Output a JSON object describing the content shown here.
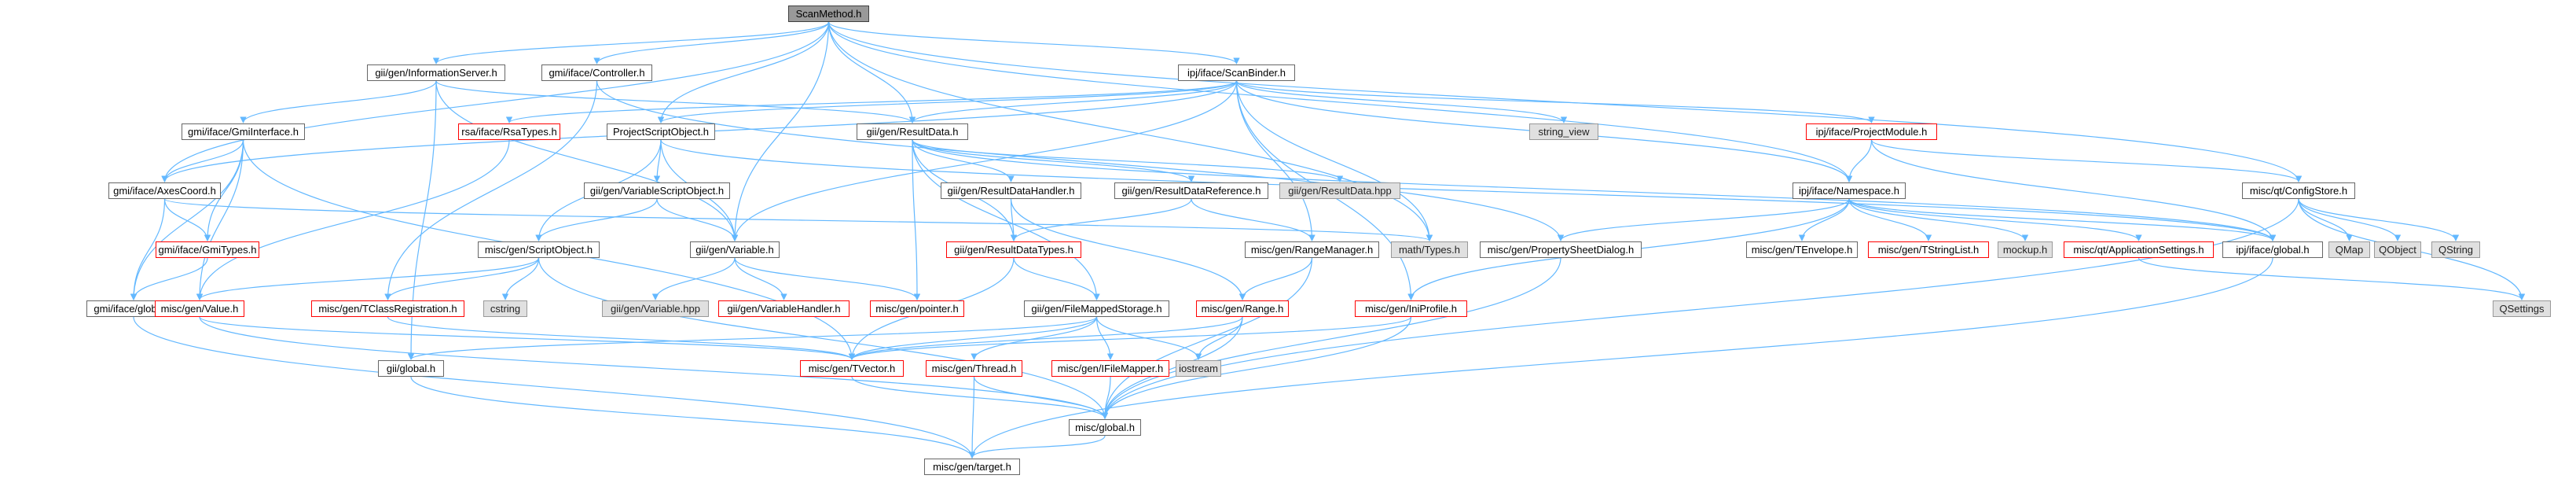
{
  "diagram": {
    "edge_color": "#63b8ff",
    "root_fill": "#999999",
    "missing_border": "#ff0000",
    "system_fill": "#e0e0e0",
    "nodes": [
      {
        "id": "n0",
        "label": "ScanMethod.h",
        "kind": "root"
      },
      {
        "id": "n1",
        "label": "gii/gen/InformationServer.h",
        "kind": "normal"
      },
      {
        "id": "n2",
        "label": "gmi/iface/Controller.h",
        "kind": "normal"
      },
      {
        "id": "n3",
        "label": "ipj/iface/ScanBinder.h",
        "kind": "normal"
      },
      {
        "id": "n4",
        "label": "gmi/iface/GmiInterface.h",
        "kind": "normal"
      },
      {
        "id": "n5",
        "label": "rsa/iface/RsaTypes.h",
        "kind": "red"
      },
      {
        "id": "n6",
        "label": "ProjectScriptObject.h",
        "kind": "normal"
      },
      {
        "id": "n7",
        "label": "gii/gen/ResultData.h",
        "kind": "normal"
      },
      {
        "id": "n8",
        "label": "string_view",
        "kind": "sys"
      },
      {
        "id": "n9",
        "label": "ipj/iface/ProjectModule.h",
        "kind": "red"
      },
      {
        "id": "n10",
        "label": "gmi/iface/AxesCoord.h",
        "kind": "normal"
      },
      {
        "id": "n11",
        "label": "gii/gen/VariableScriptObject.h",
        "kind": "normal"
      },
      {
        "id": "n12",
        "label": "gii/gen/ResultDataHandler.h",
        "kind": "normal"
      },
      {
        "id": "n13",
        "label": "gii/gen/ResultDataReference.h",
        "kind": "normal"
      },
      {
        "id": "n14",
        "label": "gii/gen/ResultData.hpp",
        "kind": "sys"
      },
      {
        "id": "n15",
        "label": "ipj/iface/Namespace.h",
        "kind": "normal"
      },
      {
        "id": "n16",
        "label": "misc/qt/ConfigStore.h",
        "kind": "normal"
      },
      {
        "id": "n17",
        "label": "gmi/iface/GmiTypes.h",
        "kind": "red"
      },
      {
        "id": "n18",
        "label": "misc/gen/ScriptObject.h",
        "kind": "normal"
      },
      {
        "id": "n19",
        "label": "gii/gen/Variable.h",
        "kind": "normal"
      },
      {
        "id": "n20",
        "label": "gii/gen/ResultDataTypes.h",
        "kind": "red"
      },
      {
        "id": "n21",
        "label": "misc/gen/RangeManager.h",
        "kind": "normal"
      },
      {
        "id": "n22",
        "label": "math/Types.h",
        "kind": "sys"
      },
      {
        "id": "n23",
        "label": "misc/gen/PropertySheetDialog.h",
        "kind": "normal"
      },
      {
        "id": "n24",
        "label": "misc/gen/TEnvelope.h",
        "kind": "normal"
      },
      {
        "id": "n25",
        "label": "misc/gen/TStringList.h",
        "kind": "red"
      },
      {
        "id": "n26",
        "label": "mockup.h",
        "kind": "sys"
      },
      {
        "id": "n27",
        "label": "misc/qt/ApplicationSettings.h",
        "kind": "red"
      },
      {
        "id": "n28",
        "label": "ipj/iface/global.h",
        "kind": "normal"
      },
      {
        "id": "n29",
        "label": "QMap",
        "kind": "sys"
      },
      {
        "id": "n30",
        "label": "QObject",
        "kind": "sys"
      },
      {
        "id": "n31",
        "label": "QString",
        "kind": "sys"
      },
      {
        "id": "n32",
        "label": "gmi/iface/global.h",
        "kind": "normal"
      },
      {
        "id": "n33",
        "label": "misc/gen/Value.h",
        "kind": "red"
      },
      {
        "id": "n34",
        "label": "misc/gen/TClassRegistration.h",
        "kind": "red"
      },
      {
        "id": "n35",
        "label": "cstring",
        "kind": "sys"
      },
      {
        "id": "n36",
        "label": "gii/gen/Variable.hpp",
        "kind": "sys"
      },
      {
        "id": "n37",
        "label": "gii/gen/VariableHandler.h",
        "kind": "red"
      },
      {
        "id": "n38",
        "label": "misc/gen/pointer.h",
        "kind": "red"
      },
      {
        "id": "n39",
        "label": "gii/gen/FileMappedStorage.h",
        "kind": "normal"
      },
      {
        "id": "n40",
        "label": "misc/gen/Range.h",
        "kind": "red"
      },
      {
        "id": "n41",
        "label": "misc/gen/IniProfile.h",
        "kind": "red"
      },
      {
        "id": "n42",
        "label": "QSettings",
        "kind": "sys"
      },
      {
        "id": "n43",
        "label": "gii/global.h",
        "kind": "normal"
      },
      {
        "id": "n44",
        "label": "misc/gen/TVector.h",
        "kind": "red"
      },
      {
        "id": "n45",
        "label": "misc/gen/Thread.h",
        "kind": "red"
      },
      {
        "id": "n46",
        "label": "misc/gen/IFileMapper.h",
        "kind": "red"
      },
      {
        "id": "n47",
        "label": "iostream",
        "kind": "sys"
      },
      {
        "id": "n48",
        "label": "misc/global.h",
        "kind": "normal"
      },
      {
        "id": "n49",
        "label": "misc/gen/target.h",
        "kind": "normal"
      }
    ],
    "edges": [
      [
        "n0",
        "n1"
      ],
      [
        "n0",
        "n2"
      ],
      [
        "n0",
        "n3"
      ],
      [
        "n0",
        "n6"
      ],
      [
        "n0",
        "n7"
      ],
      [
        "n0",
        "n10"
      ],
      [
        "n0",
        "n19"
      ],
      [
        "n0",
        "n15"
      ],
      [
        "n0",
        "n16"
      ],
      [
        "n0",
        "n22"
      ],
      [
        "n1",
        "n4"
      ],
      [
        "n1",
        "n7"
      ],
      [
        "n1",
        "n19"
      ],
      [
        "n1",
        "n43"
      ],
      [
        "n2",
        "n34"
      ],
      [
        "n2",
        "n23"
      ],
      [
        "n3",
        "n5"
      ],
      [
        "n3",
        "n6"
      ],
      [
        "n3",
        "n7"
      ],
      [
        "n3",
        "n8"
      ],
      [
        "n3",
        "n9"
      ],
      [
        "n3",
        "n15"
      ],
      [
        "n3",
        "n10"
      ],
      [
        "n3",
        "n19"
      ],
      [
        "n3",
        "n21"
      ],
      [
        "n3",
        "n22"
      ],
      [
        "n3",
        "n41"
      ],
      [
        "n4",
        "n10"
      ],
      [
        "n4",
        "n17"
      ],
      [
        "n4",
        "n32"
      ],
      [
        "n4",
        "n33"
      ],
      [
        "n4",
        "n44"
      ],
      [
        "n5",
        "n33"
      ],
      [
        "n6",
        "n11"
      ],
      [
        "n6",
        "n18"
      ],
      [
        "n6",
        "n19"
      ],
      [
        "n6",
        "n28"
      ],
      [
        "n7",
        "n12"
      ],
      [
        "n7",
        "n13"
      ],
      [
        "n7",
        "n14"
      ],
      [
        "n7",
        "n20"
      ],
      [
        "n7",
        "n38"
      ],
      [
        "n7",
        "n39"
      ],
      [
        "n7",
        "n28"
      ],
      [
        "n9",
        "n15"
      ],
      [
        "n9",
        "n16"
      ],
      [
        "n9",
        "n28"
      ],
      [
        "n10",
        "n17"
      ],
      [
        "n10",
        "n32"
      ],
      [
        "n10",
        "n22"
      ],
      [
        "n11",
        "n18"
      ],
      [
        "n11",
        "n19"
      ],
      [
        "n12",
        "n20"
      ],
      [
        "n12",
        "n40"
      ],
      [
        "n13",
        "n20"
      ],
      [
        "n13",
        "n21"
      ],
      [
        "n15",
        "n23"
      ],
      [
        "n15",
        "n24"
      ],
      [
        "n15",
        "n25"
      ],
      [
        "n15",
        "n26"
      ],
      [
        "n15",
        "n27"
      ],
      [
        "n15",
        "n28"
      ],
      [
        "n15",
        "n41"
      ],
      [
        "n16",
        "n29"
      ],
      [
        "n16",
        "n30"
      ],
      [
        "n16",
        "n31"
      ],
      [
        "n16",
        "n42"
      ],
      [
        "n16",
        "n48"
      ],
      [
        "n17",
        "n32"
      ],
      [
        "n18",
        "n33"
      ],
      [
        "n18",
        "n34"
      ],
      [
        "n18",
        "n35"
      ],
      [
        "n18",
        "n48"
      ],
      [
        "n19",
        "n36"
      ],
      [
        "n19",
        "n37"
      ],
      [
        "n19",
        "n38"
      ],
      [
        "n20",
        "n39"
      ],
      [
        "n20",
        "n44"
      ],
      [
        "n21",
        "n40"
      ],
      [
        "n21",
        "n48"
      ],
      [
        "n23",
        "n48"
      ],
      [
        "n27",
        "n42"
      ],
      [
        "n28",
        "n49"
      ],
      [
        "n32",
        "n49"
      ],
      [
        "n33",
        "n44"
      ],
      [
        "n33",
        "n48"
      ],
      [
        "n34",
        "n44"
      ],
      [
        "n39",
        "n43"
      ],
      [
        "n39",
        "n44"
      ],
      [
        "n39",
        "n45"
      ],
      [
        "n39",
        "n46"
      ],
      [
        "n39",
        "n47"
      ],
      [
        "n40",
        "n44"
      ],
      [
        "n40",
        "n47"
      ],
      [
        "n40",
        "n48"
      ],
      [
        "n41",
        "n44"
      ],
      [
        "n41",
        "n48"
      ],
      [
        "n43",
        "n49"
      ],
      [
        "n44",
        "n48"
      ],
      [
        "n45",
        "n48"
      ],
      [
        "n45",
        "n49"
      ],
      [
        "n46",
        "n48"
      ],
      [
        "n48",
        "n49"
      ]
    ]
  }
}
